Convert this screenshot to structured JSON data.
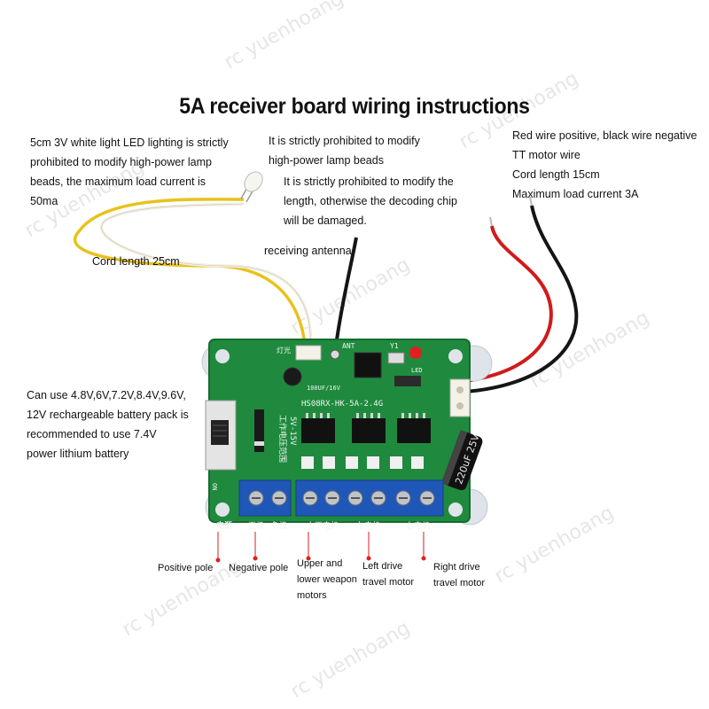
{
  "title": "5A receiver board wiring instructions",
  "watermark": "rc yuenhoang",
  "notes": {
    "led": "5cm 3V white light LED lighting is strictly\nprohibited to modify high-power lamp\nbeads, the maximum load current is\n50ma",
    "prohibit_modify": "It is strictly prohibited to modify\nhigh-power lamp beads",
    "prohibit_length": "It is strictly prohibited to modify the\nlength, otherwise the decoding chip\nwill be damaged.",
    "motor_wire": "Red wire positive, black wire negative\nTT motor wire\nCord length 15cm\n Maximum load current 3A",
    "cord_length": "Cord length 25cm",
    "antenna": "receiving antenna",
    "battery": "Can use 4.8V,6V,7.2V,8.4V,9.6V,\n12V rechargeable battery pack is\nrecommended to use 7.4V\npower lithium battery"
  },
  "terminal_labels": {
    "positive": "Positive pole",
    "negative": "Negative pole",
    "weapon": "Upper and\nlower weapon\nmotors",
    "left": "Left drive\ntravel motor",
    "right": "Right drive\ntravel motor"
  },
  "board": {
    "model": "HS08RX-HK-5A-2.4G",
    "capacitor": "100UF/16V",
    "ant": "ANT",
    "y1": "Y1",
    "led": "LED",
    "voltage": "5V-15V",
    "big_cap": "220uF 25V",
    "vertical_cn": "工作电压范围",
    "light_cn": "灯光",
    "power_cn": "电源",
    "pos_cn": "正极",
    "neg_cn": "负极",
    "updown_cn": "上下电机",
    "left_cn": "左电机",
    "right_cn": "右电机",
    "on": "ON"
  },
  "colors": {
    "pcb": "#1f8a3e",
    "terminal": "#1f57b8",
    "red_wire": "#d11a1a",
    "black_wire": "#151515",
    "yellow_wire": "#e8c21a",
    "white_wire": "#f3efe4",
    "pointer_dot": "#e02020"
  }
}
